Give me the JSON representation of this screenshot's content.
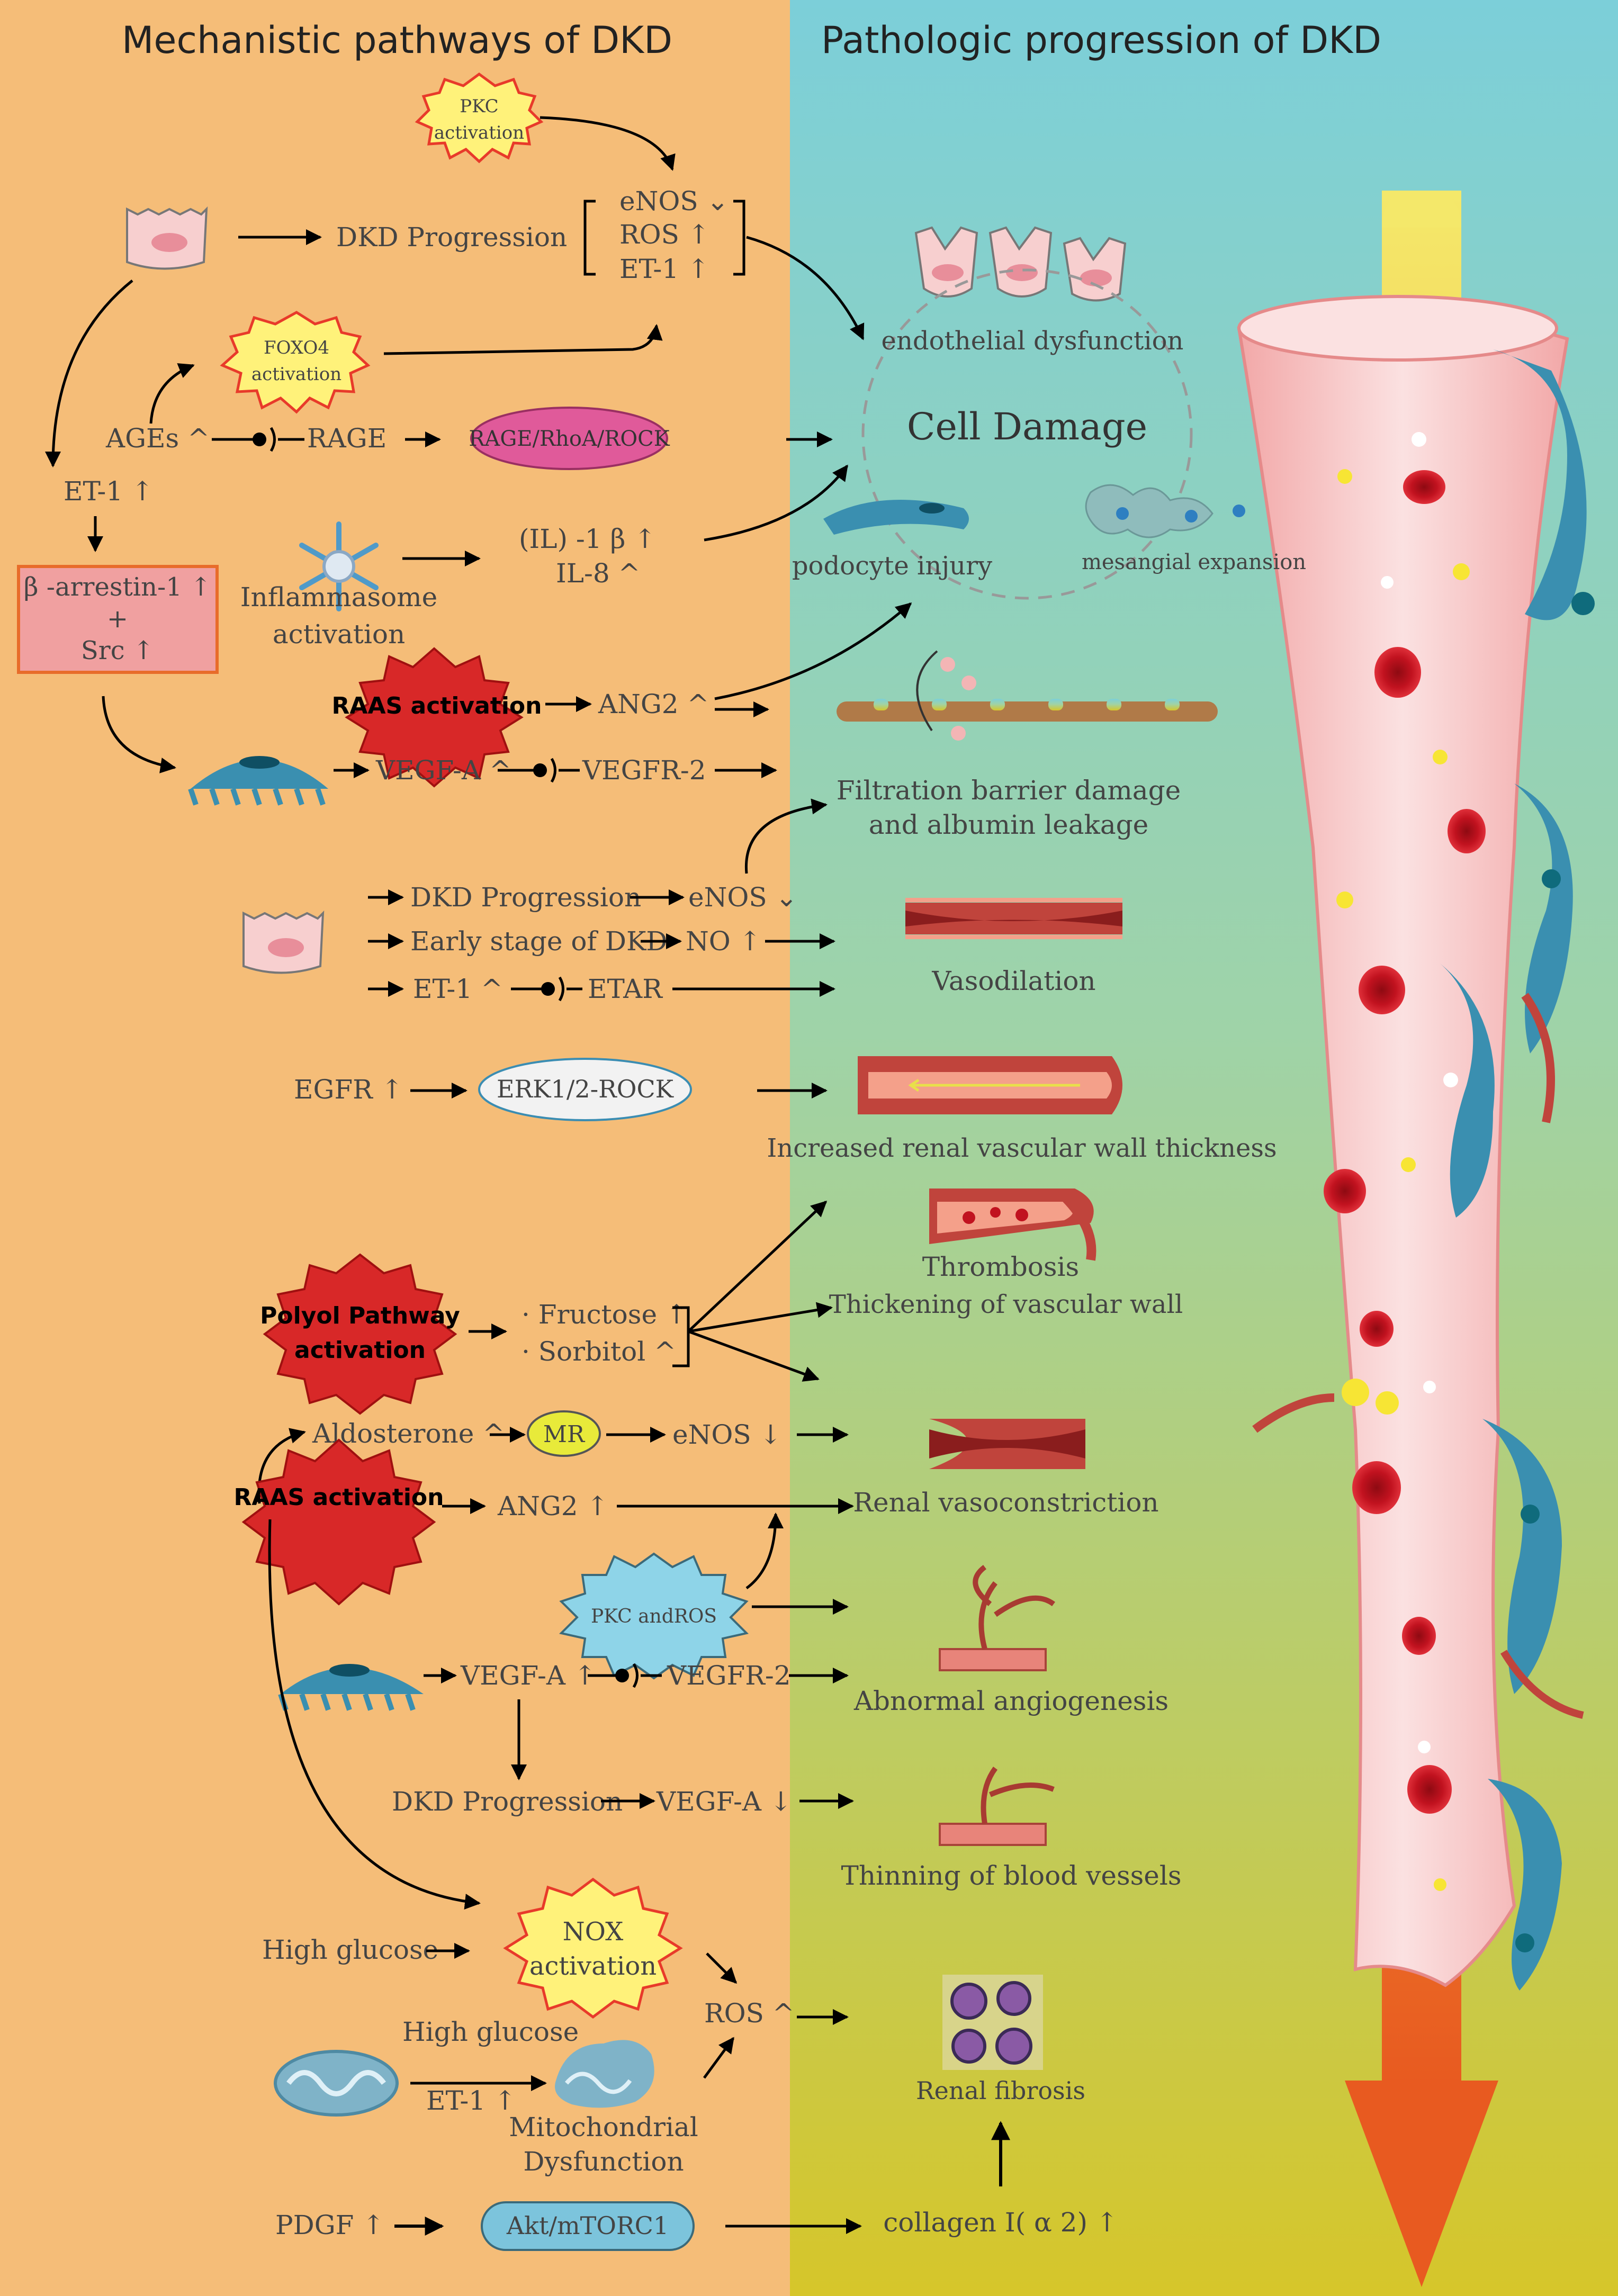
{
  "headers": {
    "left": "Mechanistic pathways of DKD",
    "right": "Pathologic progression of DKD"
  },
  "left": {
    "pkc_activation": [
      "PKC",
      "activation"
    ],
    "dkd_progression_1": "DKD Progression",
    "enos_down_1": "eNOS ⌄",
    "ros_up_1": "ROS ↑",
    "et1_up_1": "ET-1 ↑",
    "foxo4_activation": [
      "FOXO4",
      "activation"
    ],
    "ages": "AGEs ^",
    "rage": "RAGE",
    "rage_rhoa_rock": "RAGE/RhoA/ROCK",
    "et1_up_2": "ET-1 ↑",
    "arrestin_box": [
      "β -arrestin-1 ↑",
      "+",
      "Src ↑"
    ],
    "il1b": "(IL) -1 β ↑",
    "il8": "IL-8 ^",
    "inflammasome": [
      "Inflammasome",
      "activation"
    ],
    "raas_activation_1": "RAAS activation",
    "ang2_1": "ANG2 ^",
    "vegfa_1": "VEGF-A ^",
    "vegfr2_1": "VEGFR-2",
    "dkd_progression_2": "DKD Progression",
    "enos_down_2": "eNOS ⌄",
    "early_stage": "Early stage of DKD",
    "no_up": "NO ↑",
    "et1_3": "ET-1 ^",
    "etar": "ETAR",
    "egfr": "EGFR ↑",
    "erk_rock": "ERK1/2-ROCK",
    "polyol": [
      "Polyol Pathway",
      "activation"
    ],
    "fructose": "· Fructose ↑",
    "sorbitol": "· Sorbitol ^",
    "aldosterone": "Aldosterone ^",
    "mr": "MR",
    "enos_down_3": "eNOS ↓",
    "raas_activation_2": "RAAS activation",
    "ang2_2": "ANG2 ↑",
    "pkc_ros": "PKC andROS",
    "vegfa_2": "VEGF-A ↑",
    "vegfr2_2": "VEGFR-2",
    "dkd_progression_3": "DKD Progression",
    "vegfa_down": "VEGF-A ↓",
    "high_glucose_1": "High glucose",
    "nox_activation": [
      "NOX",
      "activation"
    ],
    "high_glucose_2": "High glucose",
    "ros_3": "ROS ^",
    "et1_4": "ET-1 ↑",
    "mito_dysfunction": [
      "Mitochondrial",
      "Dysfunction"
    ],
    "pdgf": "PDGF ↑",
    "akt_mtorc1": "Akt/mTORC1"
  },
  "right": {
    "endothelial_dysfunction": "endothelial dysfunction",
    "cell_damage": "Cell Damage",
    "podocyte_injury": "podocyte injury",
    "mesangial_expansion": "mesangial expansion",
    "filtration_barrier": [
      "Filtration barrier damage",
      "and albumin leakage"
    ],
    "vasodilation": "Vasodilation",
    "vascular_wall_thickness": "Increased renal vascular wall thickness",
    "thrombosis": "Thrombosis",
    "thickening_wall": "Thickening of vascular wall",
    "vasoconstriction": "Renal vasoconstriction",
    "angiogenesis": "Abnormal angiogenesis",
    "thinning": "Thinning of blood vessels",
    "renal_fibrosis": "Renal fibrosis",
    "collagen": "collagen I( α 2) ↑"
  },
  "colors": {
    "left_panel": "#f5bd78",
    "right_top": "#7ccfd9",
    "right_bottom": "#d6c62a",
    "cell_pink": "#f7cfcf",
    "blood_red": "#c1121f",
    "podocyte_blue": "#3a8fb0",
    "rage_pill": "#e05a9a",
    "arrestin_box": "#f0a0a0",
    "arrestin_border": "#e86c2a",
    "burst_red": "#d82828",
    "burst_yellow": "#fff27a",
    "pkc_ros_cloud": "#8ed4e8",
    "arrow_top": "#f4e86a",
    "arrow_bottom": "#e85a20"
  }
}
